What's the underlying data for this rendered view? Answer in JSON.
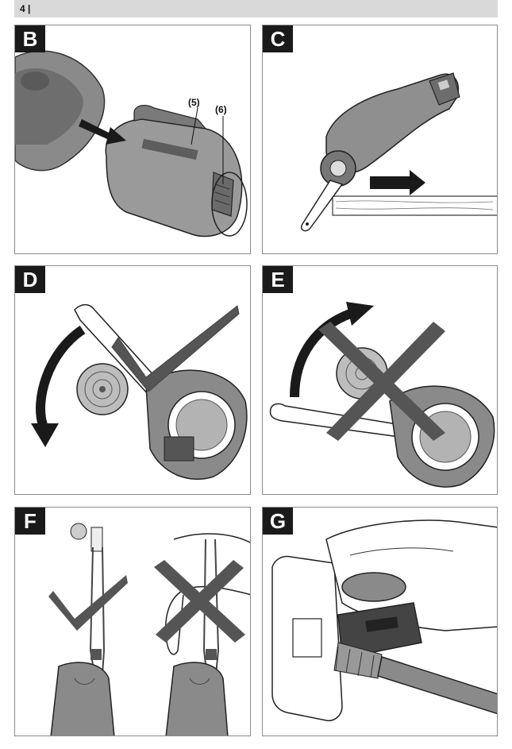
{
  "page": {
    "number": "4 |"
  },
  "panels": [
    {
      "id": "B",
      "label": "B",
      "callouts": [
        "(5)",
        "(6)"
      ]
    },
    {
      "id": "C",
      "label": "C"
    },
    {
      "id": "D",
      "label": "D"
    },
    {
      "id": "E",
      "label": "E"
    },
    {
      "id": "F",
      "label": "F"
    },
    {
      "id": "G",
      "label": "G"
    }
  ],
  "colors": {
    "tag_bg": "#1a1a1a",
    "tool_grey": "#8a8a8a",
    "dark_grey": "#555555",
    "arrow": "#1a1a1a"
  }
}
